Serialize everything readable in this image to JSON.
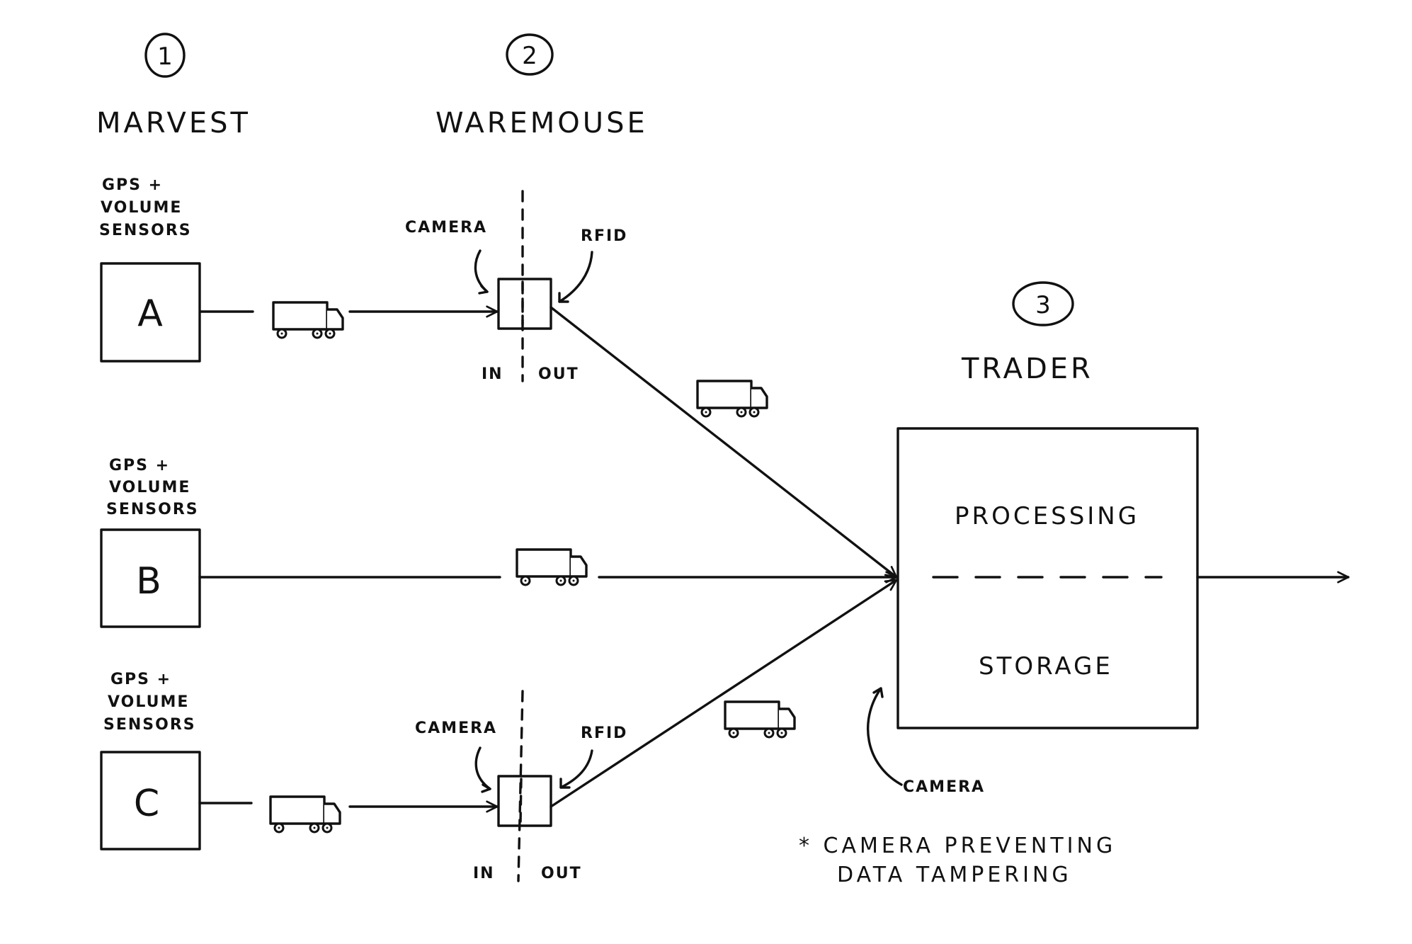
{
  "stages": [
    {
      "number": "1",
      "title": "MARVEST"
    },
    {
      "number": "2",
      "title": "WAREMOUSE"
    },
    {
      "number": "3",
      "title": "TRADER"
    }
  ],
  "sources": [
    {
      "letter": "A",
      "sensor_lines": [
        "GPS +",
        "VOLUME",
        "SENSORS"
      ]
    },
    {
      "letter": "B",
      "sensor_lines": [
        "GPS +",
        "VOLUME",
        "SENSORS"
      ]
    },
    {
      "letter": "C",
      "sensor_lines": [
        "GPS +",
        "VOLUME",
        "SENSORS"
      ]
    }
  ],
  "warehouses": [
    {
      "camera": "CAMERA",
      "rfid": "RFID",
      "in": "IN",
      "out": "OUT"
    },
    {
      "camera": "CAMERA",
      "rfid": "RFID",
      "in": "IN",
      "out": "OUT"
    }
  ],
  "trader": {
    "processing": "PROCESSING",
    "storage": "STORAGE",
    "camera": "CAMERA"
  },
  "footnote": {
    "line1": "* CAMERA  PREVENTING",
    "line2": "DATA  TAMPERING"
  },
  "icons": {
    "truck": "truck-icon"
  }
}
